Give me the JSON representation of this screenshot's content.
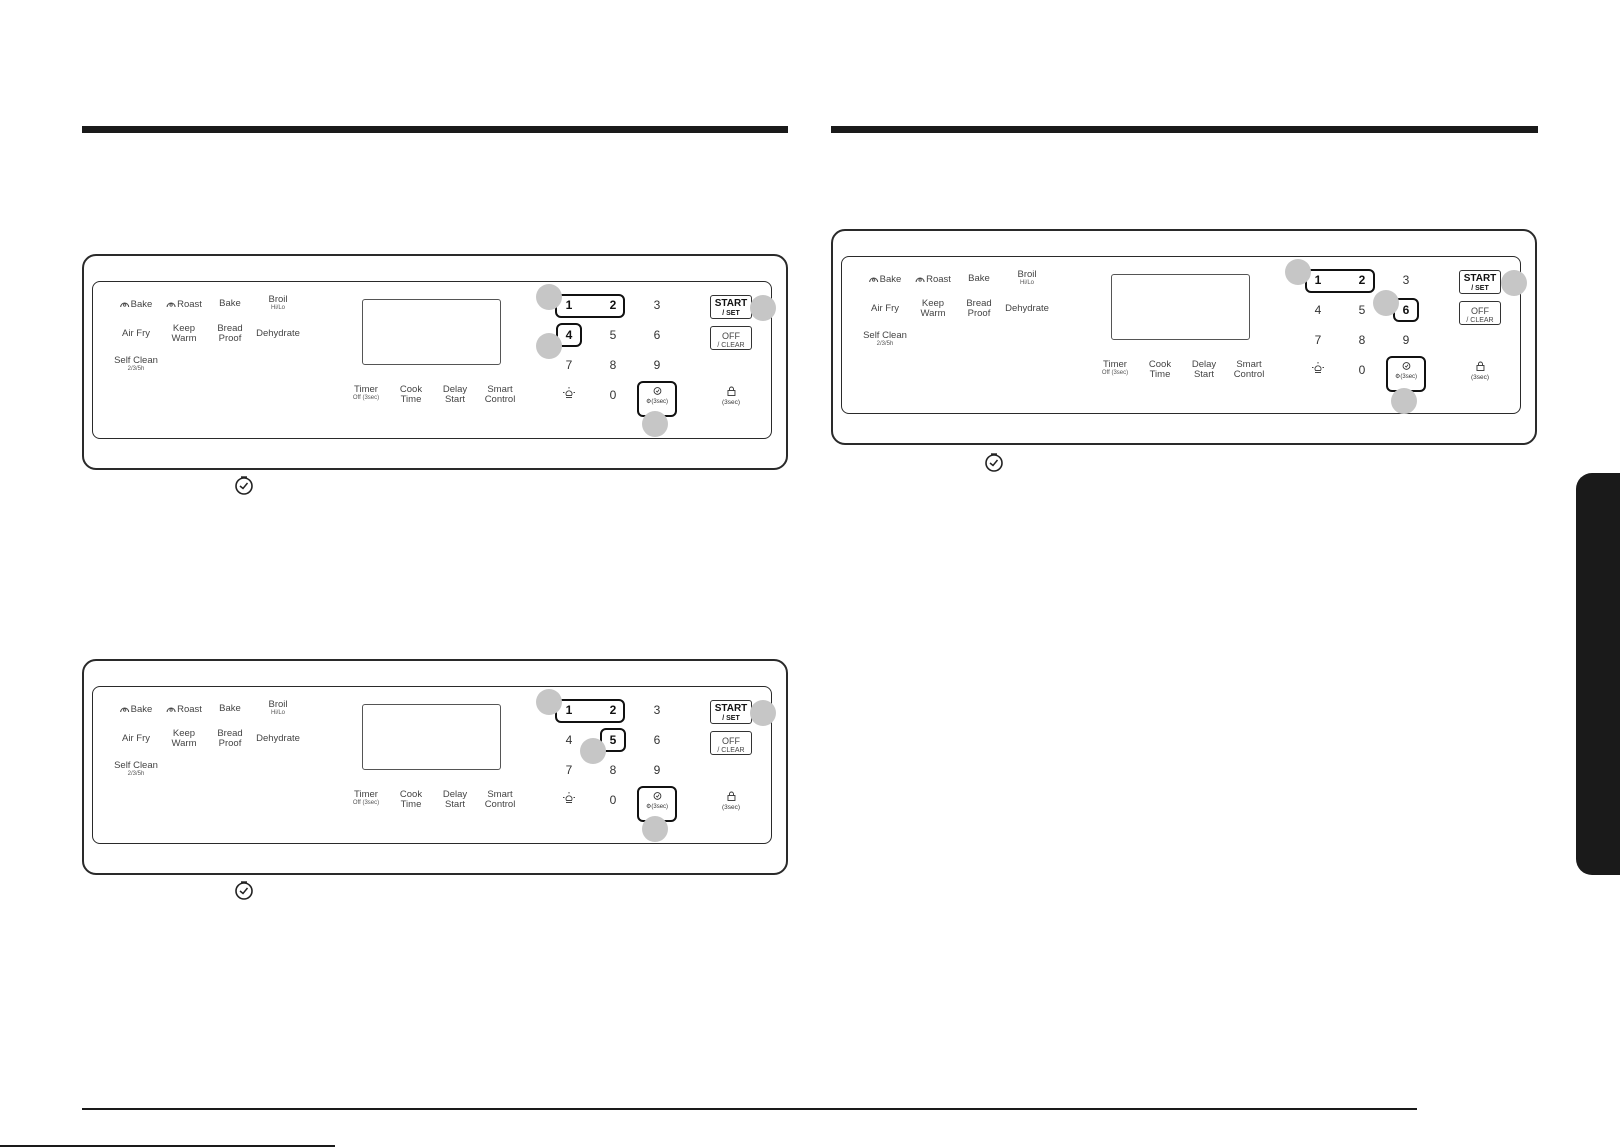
{
  "controls": {
    "fn_bake_conv": "Bake",
    "fn_roast_conv": "Roast",
    "fn_bake": "Bake",
    "fn_broil": "Broil",
    "fn_broil_sub": "Hi/Lo",
    "fn_air_fry": "Air Fry",
    "fn_keep_warm_1": "Keep",
    "fn_keep_warm_2": "Warm",
    "fn_bread_proof_1": "Bread",
    "fn_bread_proof_2": "Proof",
    "fn_dehydrate": "Dehydrate",
    "fn_self_clean": "Self Clean",
    "fn_self_clean_sub": "2/3/5h",
    "timer_1": "Timer",
    "timer_sub": "Off (3sec)",
    "cook_time_1": "Cook",
    "cook_time_2": "Time",
    "delay_start_1": "Delay",
    "delay_start_2": "Start",
    "smart_control_1": "Smart",
    "smart_control_2": "Control",
    "keys": [
      "1",
      "2",
      "3",
      "4",
      "5",
      "6",
      "7",
      "8",
      "9",
      "0"
    ],
    "settings_3sec": "(3sec)",
    "lock_3sec": "(3sec)",
    "start_1": "START",
    "start_2": "/ SET",
    "off_1": "OFF",
    "off_2": "/ CLEAR"
  },
  "panels": [
    {
      "id": "panel-a",
      "highlighted_keys": [
        "1",
        "2",
        "4"
      ]
    },
    {
      "id": "panel-b",
      "highlighted_keys": [
        "1",
        "2",
        "5"
      ]
    },
    {
      "id": "panel-c",
      "highlighted_keys": [
        "1",
        "2",
        "6"
      ]
    }
  ],
  "colors": {
    "rule": "#1a1a1a",
    "callout": "#c6c6c6",
    "tab": "#1a1a1a"
  },
  "icons": [
    "clock-icon",
    "light-icon",
    "lock-icon",
    "gear-icon",
    "fan-icon"
  ]
}
